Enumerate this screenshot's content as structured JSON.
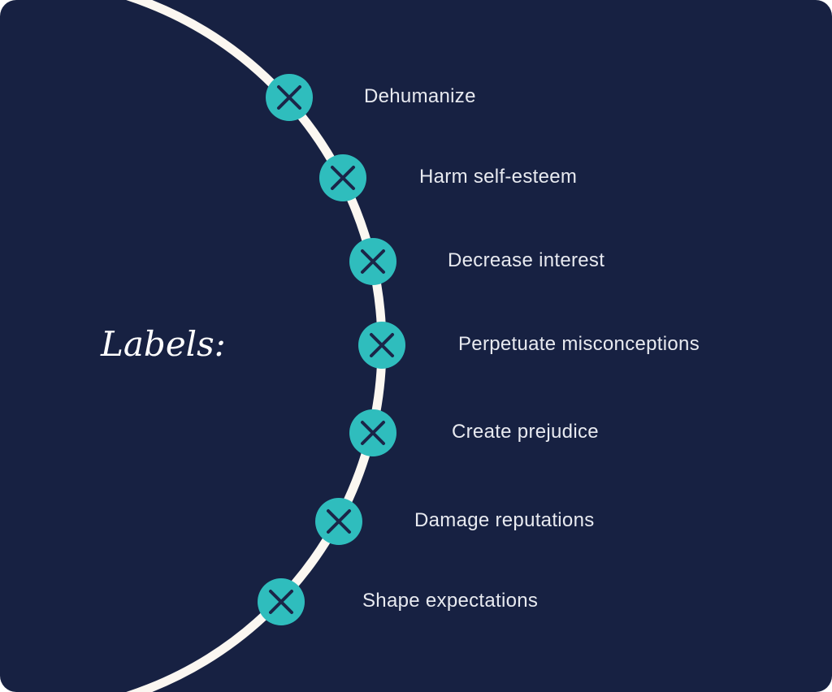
{
  "title": "Labels:",
  "items": [
    {
      "label": "Dehumanize",
      "icon": "x-icon"
    },
    {
      "label": "Harm self-esteem",
      "icon": "x-icon"
    },
    {
      "label": "Decrease interest",
      "icon": "x-icon"
    },
    {
      "label": "Perpetuate misconceptions",
      "icon": "x-icon"
    },
    {
      "label": "Create prejudice",
      "icon": "x-icon"
    },
    {
      "label": "Damage reputations",
      "icon": "x-icon"
    },
    {
      "label": "Shape expectations",
      "icon": "x-icon"
    }
  ],
  "colors": {
    "background": "#172142",
    "arc": "#fbf7f1",
    "marker": "#2fbdbd",
    "cross": "#1b2548",
    "text": "#e8eaf0"
  }
}
